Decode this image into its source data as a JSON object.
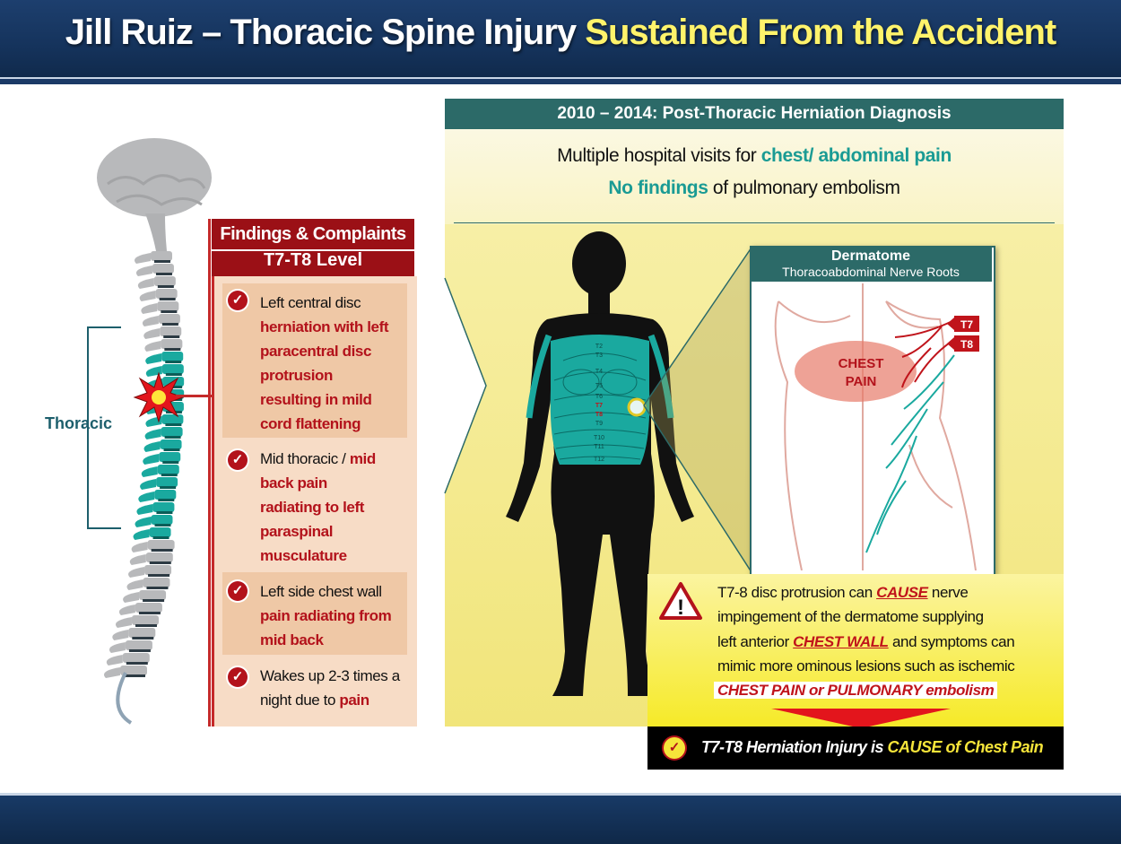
{
  "title": {
    "part1": "Jill Ruiz – Thoracic Spine Injury",
    "part2": "Sustained From the Accident"
  },
  "colors": {
    "dark_red": "#9b1016",
    "teal": "#1a9b94",
    "header_blue": "#15335c",
    "yellow": "#f6ea28"
  },
  "spine": {
    "region_label": "Thoracic"
  },
  "findings": {
    "header": "Findings & Complaints",
    "level": "T7-T8 Level",
    "items": [
      {
        "normal": "Left central disc ",
        "red": "herniation with left paracentral disc protrusion resulting in mild cord flattening",
        "tail": ""
      },
      {
        "normal": "Mid thoracic / ",
        "red": "mid back pain radiating to left paraspinal musculature",
        "tail": ""
      },
      {
        "normal": "Left side chest wall ",
        "red": "pain radiating from mid back",
        "tail": ""
      },
      {
        "normal": "Wakes up 2-3 times a night due to ",
        "red": "pain",
        "tail": ""
      }
    ]
  },
  "diagnosis": {
    "header": "2010 – 2014: Post-Thoracic Herniation Diagnosis",
    "line1_a": "Multiple hospital visits for ",
    "line1_b": "chest/ abdominal pain",
    "line2_a": "No findings",
    "line2_b": " of pulmonary embolism"
  },
  "body_labels": [
    "T2",
    "T3",
    "T4",
    "T5",
    "T6",
    "T7",
    "T8",
    "T9",
    "T10",
    "T11",
    "T12"
  ],
  "dermatome": {
    "title": "Dermatome",
    "subtitle": "Thoracoabdominal Nerve Roots",
    "pain_line1": "CHEST",
    "pain_line2": "PAIN",
    "tag1": "T7",
    "tag2": "T8"
  },
  "warning": {
    "l1a": "T7-8 disc protrusion can ",
    "l1b": "CAUSE",
    "l1c": " nerve",
    "l2": "impingement of the dermatome supplying",
    "l3a": "left anterior ",
    "l3b": "CHEST WALL",
    "l3c": " and symptoms can",
    "l4": "mimic more ominous lesions such as ischemic",
    "l5": "CHEST PAIN or PULMONARY embolism"
  },
  "result": {
    "a": "T7-T8 Herniation Injury is ",
    "b": "CAUSE of Chest Pain"
  }
}
